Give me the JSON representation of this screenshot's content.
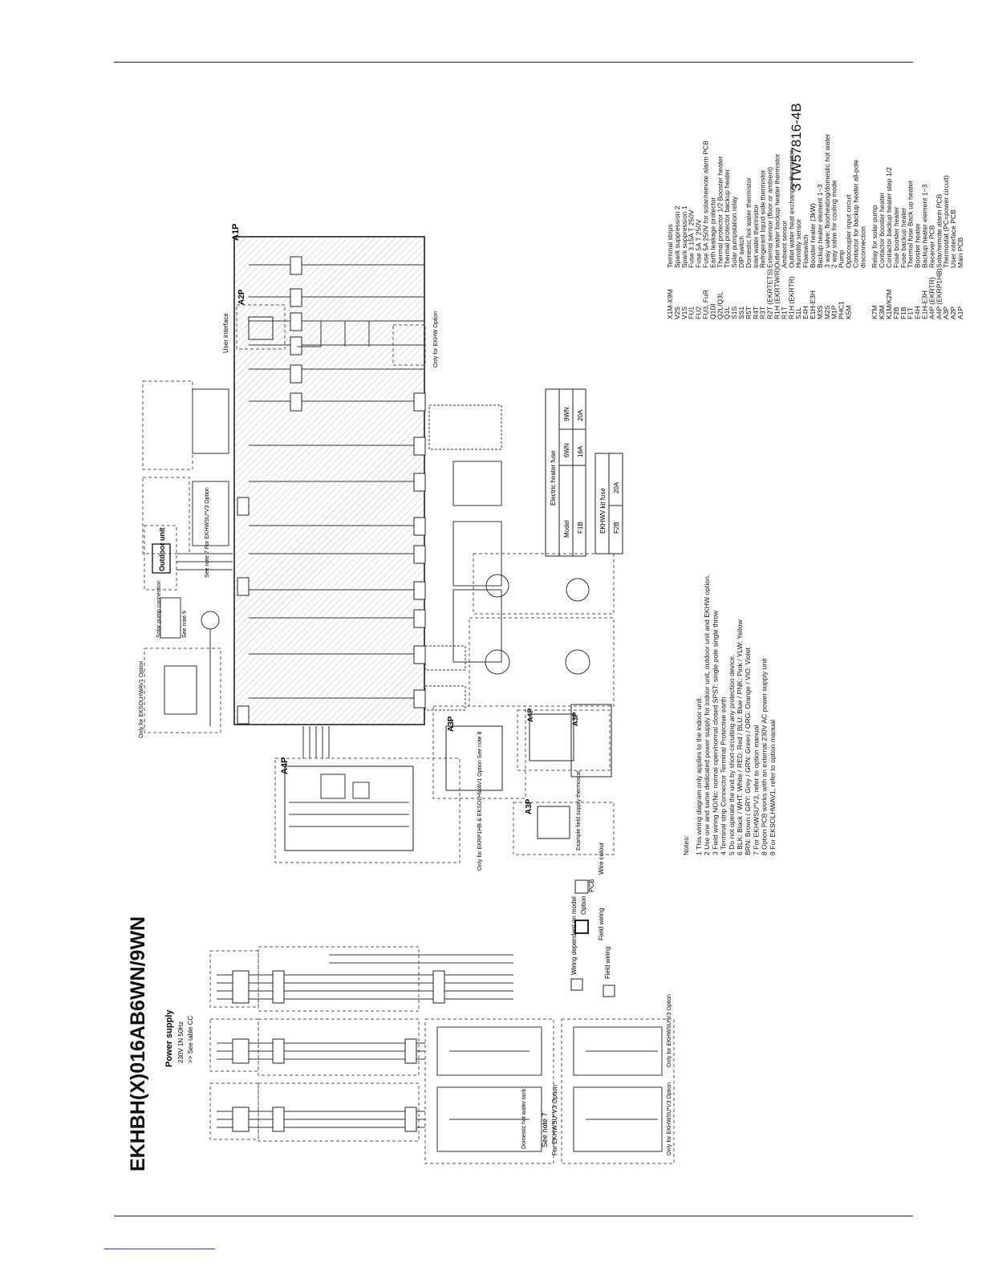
{
  "diagram_title": "EKHBH(X)016AB6WN/9WN",
  "document_code": "3TW57816-4B",
  "left_section": {
    "power_supply_label": "Power supply",
    "power_supply_spec_1": "230V 1N 50Hz",
    "power_supply_spec_2": ">> See table CC",
    "see_note_7": "See note 7",
    "for_option": "For EKHWSU*V3 Option",
    "dhw_tank_options": [
      "Domestic hot water tank",
      "Only for EKHWSU*V3 Option",
      "Only for EKHWSU*V3 Option"
    ]
  },
  "boards": {
    "a1p": "A1P",
    "a2p": "A2P",
    "a3p": "A3P",
    "a4p": "A4P",
    "outdoor_unit": "Outdoor unit",
    "user_interface": "User interface",
    "only_for_ekhw": "Only for EKHW Option",
    "only_for_solar": "Only for EKSOLHWAV1 Option",
    "solar_pump_connection": "Solar pump connection",
    "see_note_9": "See note 9",
    "option_a4p": "Only for EKRP1HB & EKSOLHWAV1 Option See note 8",
    "example_field_supply": "Example field supply thermostat",
    "see_note_7_option": "See note 7 For EKHWSU*V3 Option"
  },
  "legend_symbols": {
    "pcb": "PCB",
    "option": "Option",
    "field_wiring": "Field wiring",
    "wiring_dependent": "Wiring dependent on model",
    "field_wiring_2": "Field wiring",
    "wire_colour": "Wire colour"
  },
  "component_legend": [
    {
      "code": "X1M-X9M",
      "desc": "Terminal strips"
    },
    {
      "code": "V2S",
      "desc": "Spark suppression 2"
    },
    {
      "code": "V1S",
      "desc": "Spark suppression 1"
    },
    {
      "code": "FU1",
      "desc": "Fuse 3.15A T 250V"
    },
    {
      "code": "FU2",
      "desc": "Fuse 5A T 250V"
    },
    {
      "code": "FU3, FuR",
      "desc": "Fuse 5A 250V for solar/remote alarm PCB"
    },
    {
      "code": "Q1DI",
      "desc": "Earth leakage protector"
    },
    {
      "code": "Q2L/Q3L",
      "desc": "Thermal protector 1/2 Booster heater"
    },
    {
      "code": "Q1L",
      "desc": "Thermal protector backup heater"
    },
    {
      "code": "S1S",
      "desc": "Solar pumpstation relay"
    },
    {
      "code": "SS1",
      "desc": "DIP switch"
    },
    {
      "code": "R5T",
      "desc": "Domestic hot water thermistor"
    },
    {
      "code": "R4T",
      "desc": "Inlet water thermistor"
    },
    {
      "code": "R3T",
      "desc": "Refrigerant liquid side thermistor"
    },
    {
      "code": "R2T (EKRTETS)",
      "desc": "External sensor (floor or ambient)"
    },
    {
      "code": "R1H (EKRTW/R)",
      "desc": "Outlet water backup heater thermistor"
    },
    {
      "code": "R1T",
      "desc": "Ambient sensor"
    },
    {
      "code": "R1H (EKRTR)",
      "desc": "Outlet water heat exchanger thermistor"
    },
    {
      "code": "S1L",
      "desc": "Humidity sensor"
    },
    {
      "code": "E4H",
      "desc": "Flowswitch"
    },
    {
      "code": "E1H-E3H",
      "desc": "Booster heater (3kW)"
    },
    {
      "code": "M3S",
      "desc": "Backup heater element 1~3"
    },
    {
      "code": "M2S",
      "desc": "3 way valve: floorheating/domestic hot water"
    },
    {
      "code": "M1P",
      "desc": "2 way valve for cooling mode"
    },
    {
      "code": "PHC1",
      "desc": "Pump"
    },
    {
      "code": "K5M",
      "desc": "Optocoupler input circuit"
    },
    {
      "code": "",
      "desc": "Contactor for backup heater all-pole"
    },
    {
      "code": "",
      "desc": "disconnection"
    },
    {
      "code": "K7M",
      "desc": "Relay for solar pump"
    },
    {
      "code": "K3M",
      "desc": "Contactor booster heater"
    },
    {
      "code": "K1M/K2M",
      "desc": "Contactor backup heater step 1/2"
    },
    {
      "code": "F2B",
      "desc": "Fuse booster heater"
    },
    {
      "code": "F1B",
      "desc": "Fuse backup heater"
    },
    {
      "code": "F1T",
      "desc": "Thermal fuse Back up heater"
    },
    {
      "code": "E4H",
      "desc": "Booster heater"
    },
    {
      "code": "E1H-E3H",
      "desc": "Backup heater element 1~3"
    },
    {
      "code": "A4P (EKRTR)",
      "desc": "Receiver PCB"
    },
    {
      "code": "A4P (EKRP1HB)",
      "desc": "Solar/remote alarm PCB"
    },
    {
      "code": "A3P",
      "desc": "Thermostat (PC=power circuit)"
    },
    {
      "code": "A2P",
      "desc": "User interface PCB"
    },
    {
      "code": "A1P",
      "desc": "Main PCB"
    }
  ],
  "fuse_table": {
    "title": "Electric heater fuse",
    "header": [
      "Model",
      "6WN",
      "9WN"
    ],
    "row": [
      "F1B",
      "16A",
      "20A"
    ]
  },
  "kit_fuse_table": {
    "title": "EKHWV kit fuse",
    "row": [
      "F2B",
      "20A"
    ]
  },
  "notes": {
    "heading": "Notes:",
    "items": [
      "1   This wiring diagram only applies to the indoor unit.",
      "2   Use one and same dedicated power supply for indoor unit, outdoor unit and EKHW option.",
      "3   Field wiring   NO/Nc: normal open/normal closed  SPST: single pole single throw",
      "4   Terminal strip   Connector   Terminal   Protective earth",
      "5   Do not operate the unit by short-circuiting any protection device.",
      "6   BLK: Black / WHT: White / RED: Red / BLU: Blue / PNK: Pink / YLW: Yellow",
      "     BRN: Brown / GRY: Grey / GRN: Green / ORG: Orange / VIO: Violet",
      "7   For EKHWSU*V3, refer to option manual",
      "8   Option PCB works with an external 230V AC power supply unit",
      "9   For EKSOLHWAV1, refer to option manual"
    ]
  }
}
